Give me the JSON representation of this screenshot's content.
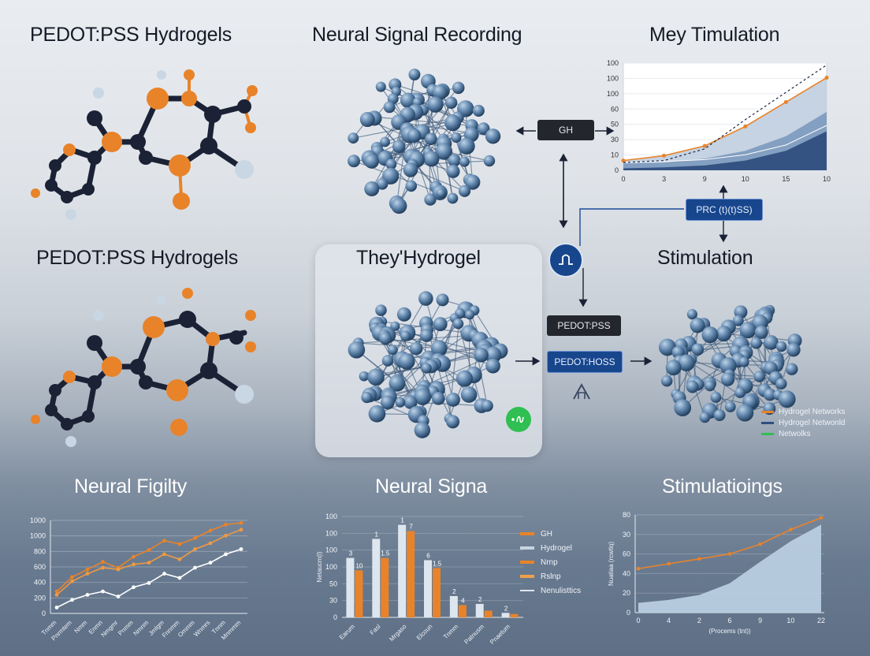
{
  "titles": {
    "top_left": "PEDOT:PSS Hydrogels",
    "top_center": "Neural Signal Recording",
    "top_right": "Mey Timulation",
    "mid_left": "PEDOT:PSS Hydrogels",
    "mid_center": "They'Hydrogel",
    "mid_right": "Stimulation",
    "bot_left": "Neural Figilty",
    "bot_center": "Neural Signa",
    "bot_right": "Stimulatioings"
  },
  "tags": {
    "gh": "GH",
    "pre": "PRC (t)(t)SS)",
    "pedot_pss": "PEDOT:PSS",
    "pedot_hoss": "PEDOT:HOSS"
  },
  "colors": {
    "orange": "#e8832a",
    "navy": "#1e2a44",
    "steel": "#4f6f96",
    "light_blue": "#9fb7cf",
    "dark_blue": "#2f4f7f",
    "green": "#2fbf52"
  },
  "legend_right": [
    {
      "label": "Hydrogel Networks",
      "color": "#e8832a"
    },
    {
      "label": "Hydrogel Netwonld",
      "color": "#2f4f7f"
    },
    {
      "label": "Netwolks",
      "color": "#2fbf52"
    }
  ],
  "chart_data": [
    {
      "type": "area",
      "title": "Mey Timulation",
      "x_ticks": [
        "0",
        "3",
        "9",
        "10",
        "15",
        "10"
      ],
      "y_ticks": [
        "0",
        "10",
        "30",
        "50",
        "60",
        "100",
        "100",
        "100"
      ],
      "x": [
        0,
        1,
        2,
        3,
        4,
        5
      ],
      "ylim": [
        0,
        110
      ],
      "series": [
        {
          "values": [
            10,
            15,
            25,
            45,
            70,
            95
          ]
        },
        {
          "values": [
            7,
            8,
            12,
            20,
            35,
            60
          ]
        },
        {
          "values": [
            2,
            3,
            5,
            10,
            20,
            40
          ]
        },
        {
          "values": [
            8,
            10,
            22,
            52,
            80,
            108
          ]
        }
      ]
    },
    {
      "type": "line",
      "title": "Neural Figilty",
      "y_ticks": [
        "0",
        "200",
        "400",
        "600",
        "800",
        "1000",
        "1000"
      ],
      "x_ticks": [
        "Tnmm",
        "Pnrmtem",
        "Nmm",
        "Enmn",
        "Nmgmr",
        "Pnmm",
        "Nmnm",
        "Jmlgm",
        "Fnnmm",
        "Ommm",
        "Wnmrs",
        "Tnnm",
        "Mnmmm"
      ],
      "ylim": [
        0,
        1100
      ],
      "series": [
        {
          "values": [
            260,
            430,
            520,
            610,
            540,
            670,
            750,
            860,
            820,
            890,
            980,
            1050,
            1070
          ]
        },
        {
          "values": [
            220,
            380,
            470,
            540,
            520,
            580,
            600,
            700,
            640,
            760,
            830,
            920,
            990
          ]
        },
        {
          "values": [
            70,
            160,
            220,
            260,
            200,
            310,
            360,
            470,
            420,
            540,
            600,
            700,
            760
          ]
        }
      ]
    },
    {
      "type": "bar",
      "title": "Neural Signa",
      "ylabel": "Netaucm(l)",
      "y_ticks": [
        "0",
        "30",
        "50",
        "100",
        "100",
        "100",
        "100"
      ],
      "categories": [
        "Earum",
        "Fasl",
        "Mrgaso",
        "Elcoun",
        "Tnmm",
        "Patnusm",
        "Pnaetum"
      ],
      "ylim": [
        0,
        180
      ],
      "series": [
        {
          "name": "Hydrogel",
          "values": [
            106,
            140,
            165,
            102,
            38,
            24,
            8
          ]
        },
        {
          "name": "GH",
          "values": [
            84,
            106,
            154,
            88,
            22,
            12,
            6
          ]
        }
      ],
      "data_labels": [
        [
          "3",
          "10"
        ],
        [
          "1",
          "1.5"
        ],
        [
          "1",
          "7"
        ],
        [
          "6",
          "1.5"
        ],
        [
          "2",
          "4"
        ],
        [
          "2",
          ""
        ],
        [
          "2",
          ""
        ]
      ]
    },
    {
      "type": "area",
      "title": "Stimulatioings",
      "ylabel": "Nuatiaa (rcwtlq)",
      "xlabel": "(Procems (tnt))",
      "x_ticks": [
        "0",
        "4",
        "2",
        "6",
        "9",
        "10",
        "22"
      ],
      "y_ticks": [
        "0",
        "20",
        "40",
        "60",
        "30",
        "80"
      ],
      "ylim": [
        0,
        100
      ],
      "series": [
        {
          "values": [
            10,
            13,
            18,
            30,
            52,
            73,
            90
          ]
        },
        {
          "values": [
            45,
            50,
            55,
            60,
            70,
            85,
            97
          ]
        }
      ]
    }
  ],
  "bar_legend": [
    {
      "label": "GH",
      "color": "#e8832a"
    },
    {
      "label": "Hydrogel",
      "color": "#c7d4e2"
    },
    {
      "label": "Nrnp",
      "color": "#e8832a"
    },
    {
      "label": "Rslnp",
      "color": "#f0a04a"
    },
    {
      "label": "Nenulisttics",
      "color": "#dfe6ef"
    }
  ]
}
